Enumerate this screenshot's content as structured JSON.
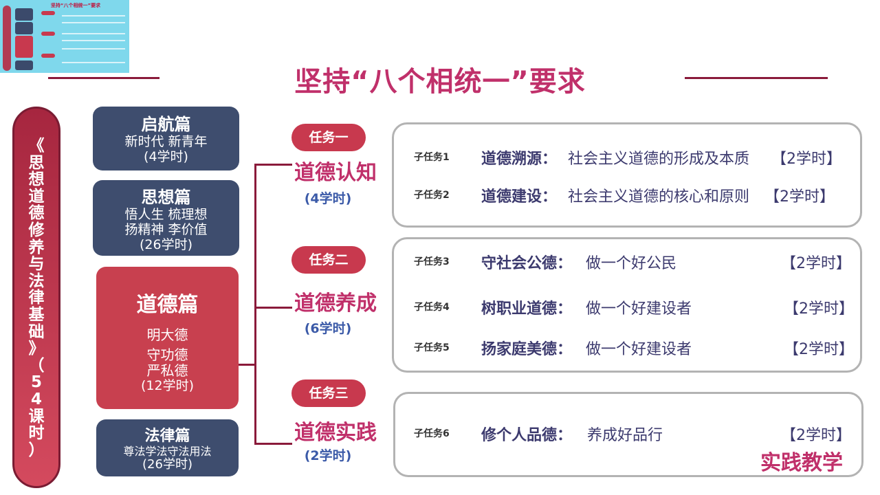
{
  "thumbnail": {
    "title": "坚持“八个相统一”要求"
  },
  "title": "坚持“八个相统一”要求",
  "course": {
    "title": "《思想道德修养与法律基础》（54课时）",
    "chars": [
      "《",
      "思",
      "想",
      "道",
      "德",
      "修",
      "养",
      "与",
      "法",
      "律",
      "基",
      "础",
      "》",
      "（",
      "5",
      "4",
      "课",
      "时",
      "）"
    ]
  },
  "chapters": [
    {
      "name": "启航篇",
      "lines": [
        "新时代 新青年"
      ],
      "hours": "(4学时)"
    },
    {
      "name": "思想篇",
      "lines": [
        "悟人生 梳理想",
        "扬精神 李价值"
      ],
      "hours": "(26学时)"
    },
    {
      "name": "道德篇",
      "lines": [
        "明大德",
        "守功德",
        "严私德"
      ],
      "hours": "(12学时)"
    },
    {
      "name": "法律篇",
      "lines": [
        "尊法学法守法用法"
      ],
      "hours": "(26学时)"
    }
  ],
  "tasks": [
    {
      "badge": "任务一",
      "name": "道德认知",
      "hours": "(4学时)"
    },
    {
      "badge": "任务二",
      "name": "道德养成",
      "hours": "(6学时)"
    },
    {
      "badge": "任务三",
      "name": "道德实践",
      "hours": "(2学时)"
    }
  ],
  "subtasks": [
    {
      "label": "子任务1",
      "name": "道德溯源：",
      "desc": "社会主义道德的形成及本质",
      "hours": "【2学时】"
    },
    {
      "label": "子任务2",
      "name": "道德建设：",
      "desc": "社会主义道德的核心和原则",
      "hours": "【2学时】"
    },
    {
      "label": "子任务3",
      "name": "守社会公德：",
      "desc": "做一个好公民",
      "hours": "【2学时】"
    },
    {
      "label": "子任务4",
      "name": "树职业道德：",
      "desc": "做一个好建设者",
      "hours": "【2学时】"
    },
    {
      "label": "子任务5",
      "name": "扬家庭美德：",
      "desc": "做一个好建设者",
      "hours": "【2学时】"
    },
    {
      "label": "子任务6",
      "name": "修个人品德：",
      "desc": "养成好品行",
      "hours": "【2学时】"
    }
  ],
  "practice_label": "实践教学",
  "colors": {
    "accent": "#c0306a",
    "navy": "#3e4d6e",
    "red": "#c8404f",
    "blue": "#3b5aa8"
  }
}
